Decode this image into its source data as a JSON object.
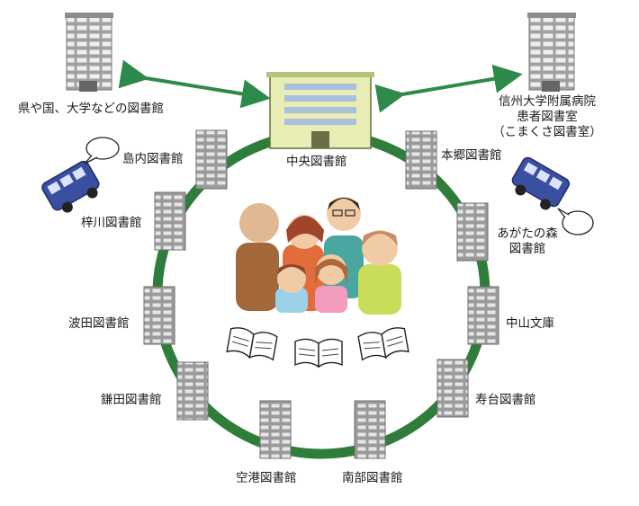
{
  "nodes": {
    "central": "中央図書館",
    "prefecture": "県や国、大学などの図書館",
    "hospital_line1": "信州大学附属病院",
    "hospital_line2": "患者図書室",
    "hospital_line3": "（こまくさ図書室）",
    "shimauchi": "島内図書館",
    "hongo": "本郷図書館",
    "azusagawa": "梓川図書館",
    "agatanomori_line1": "あがたの森",
    "agatanomori_line2": "図書館",
    "namiyanagi": "波田図書館",
    "nakayama": "中山文庫",
    "kamata": "鎌田図書館",
    "kotobuki": "寿台図書館",
    "kuko": "空港図書館",
    "nanbu": "南部図書館"
  },
  "colors": {
    "ring": "#2f7d3a",
    "arrow": "#2e8a4a",
    "central_building": "#e8edb5",
    "tower": "#8a8a8a",
    "bus": "#3a4fa0"
  },
  "icons": [
    "building-icon",
    "bus-icon",
    "speech-bubble-icon",
    "open-book-icon",
    "family-illustration"
  ]
}
